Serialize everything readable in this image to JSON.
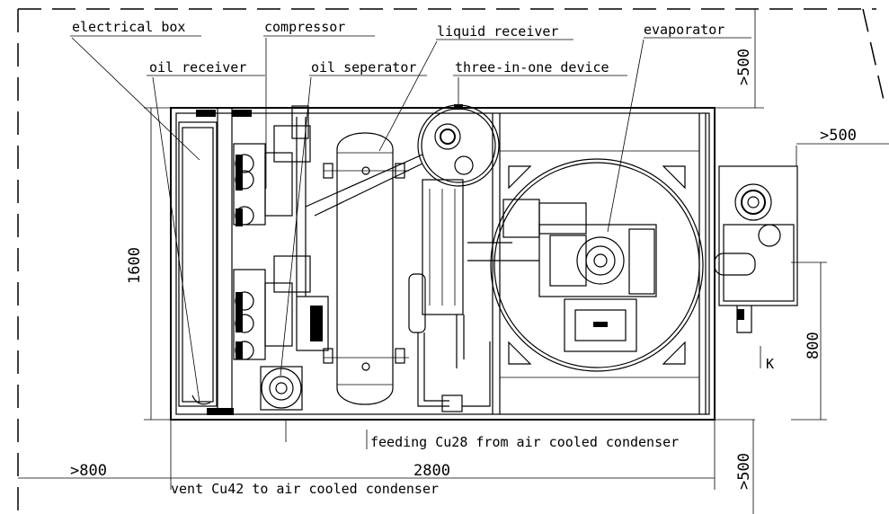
{
  "labels": {
    "electrical_box": "electrical box",
    "compressor": "compressor",
    "liquid_receiver": "liquid receiver",
    "evaporator": "evaporator",
    "oil_receiver": "oil receiver",
    "oil_separator": "oil seperator",
    "three_in_one": "three-in-one device",
    "feeding": "feeding Cu28 from air cooled condenser",
    "vent": "vent Cu42 to air cooled condenser",
    "k_marker": "K"
  },
  "dimensions": {
    "width_2800": "2800",
    "height_1600": "1600",
    "clear_left": ">800",
    "clear_top": ">500",
    "clear_right": ">500",
    "clear_bottom": ">500",
    "side_800": "800"
  }
}
